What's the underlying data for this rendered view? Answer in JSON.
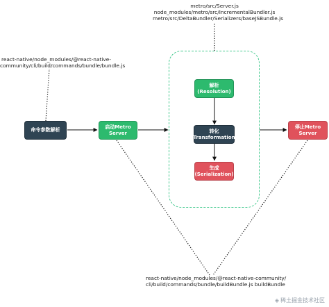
{
  "notes": {
    "server_files": [
      "metro/src/Server.js",
      "node_modules/metro/src/IncrementalBundler.js",
      "metro/src/DeltaBundler/Serializers/baseJSBundle.js"
    ],
    "bundle_file": [
      "react-native/node_modules/@react-native-",
      "community/cli/build/commands/bundle/bundle.js"
    ],
    "build_bundle_file": [
      "react-native/node_modules/@react-native-community/",
      "cli/build/commands/bundle/buildBundle.js buildBundle"
    ]
  },
  "nodes": {
    "parse_args": {
      "lines": [
        "命令参数解析"
      ]
    },
    "start_metro": {
      "lines": [
        "启动Metro",
        "Server"
      ]
    },
    "resolution": {
      "lines": [
        "解析",
        "(Resolution)"
      ]
    },
    "transformation": {
      "lines": [
        "转化",
        "(Transformation)"
      ]
    },
    "serialization": {
      "lines": [
        "生成",
        "(Serialization)"
      ]
    },
    "stop_metro": {
      "lines": [
        "停止Metro",
        "Server"
      ]
    }
  },
  "watermark": {
    "text": "稀土掘金技术社区"
  },
  "colors": {
    "dark": "#2f4453",
    "green": "#2dba6e",
    "red": "#e0525c",
    "group_border": "#41c98d"
  }
}
